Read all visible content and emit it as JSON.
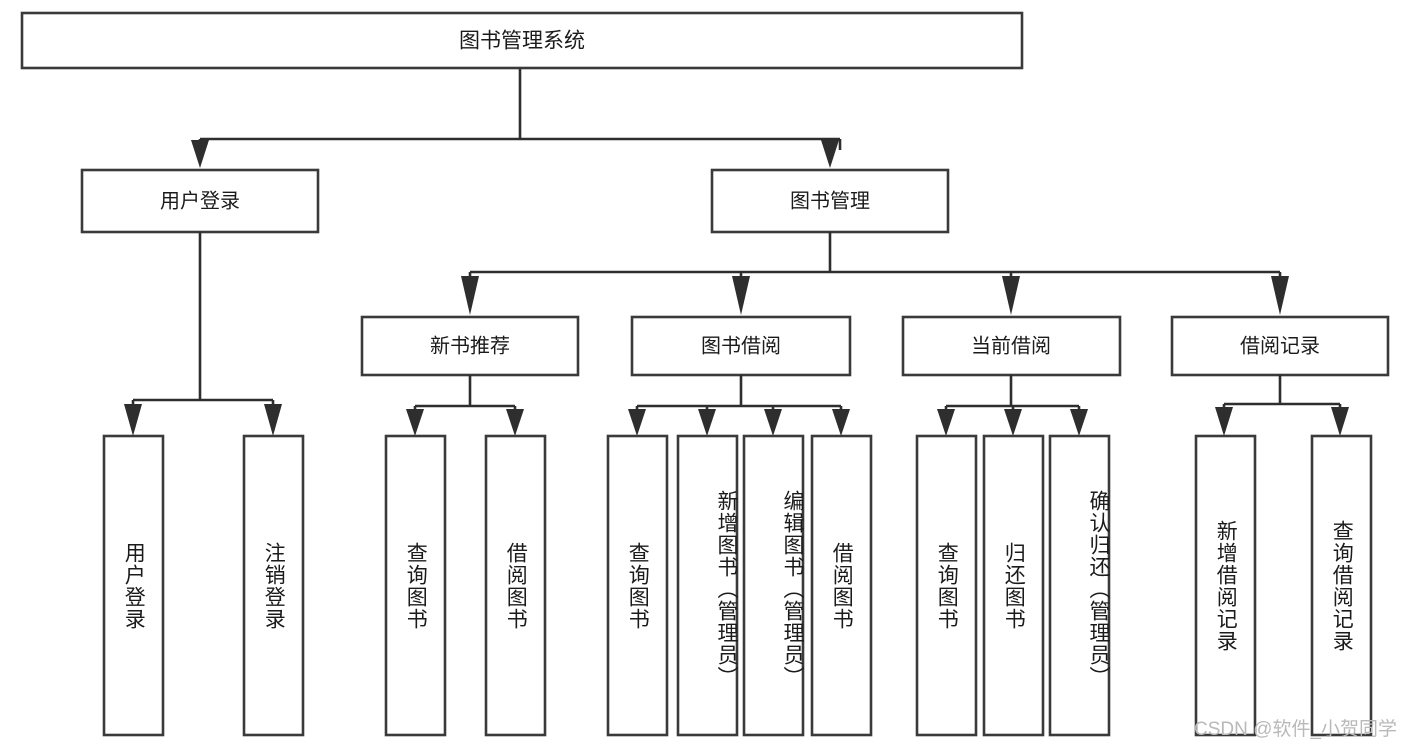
{
  "diagram": {
    "type": "tree-hierarchy",
    "title": "图书管理系统",
    "watermark": "CSDN @软件_小贺同学",
    "colors": {
      "box_stroke": "#3a3a3a",
      "connector": "#2e2e2e",
      "box_fill": "#ffffff",
      "text": "#1b1b1b",
      "watermark": "#b9b9b9"
    },
    "root": {
      "label": "图书管理系统"
    },
    "level2": [
      {
        "label": "用户登录"
      },
      {
        "label": "图书管理"
      }
    ],
    "level3": [
      {
        "label": "新书推荐"
      },
      {
        "label": "图书借阅"
      },
      {
        "label": "当前借阅"
      },
      {
        "label": "借阅记录"
      }
    ],
    "leaves": {
      "user_login": [
        {
          "label": "用户登录"
        },
        {
          "label": "注销登录"
        }
      ],
      "new_book_recommend": [
        {
          "label": "查询图书"
        },
        {
          "label": "借阅图书"
        }
      ],
      "book_borrow": [
        {
          "label": "查询图书"
        },
        {
          "label": "新增图书（管理员）"
        },
        {
          "label": "编辑图书（管理员）"
        },
        {
          "label": "借阅图书"
        }
      ],
      "current_borrow": [
        {
          "label": "查询图书"
        },
        {
          "label": "归还图书"
        },
        {
          "label": "确认归还（管理员）"
        }
      ],
      "borrow_record": [
        {
          "label": "新增借阅记录"
        },
        {
          "label": "查询借阅记录"
        }
      ]
    }
  }
}
